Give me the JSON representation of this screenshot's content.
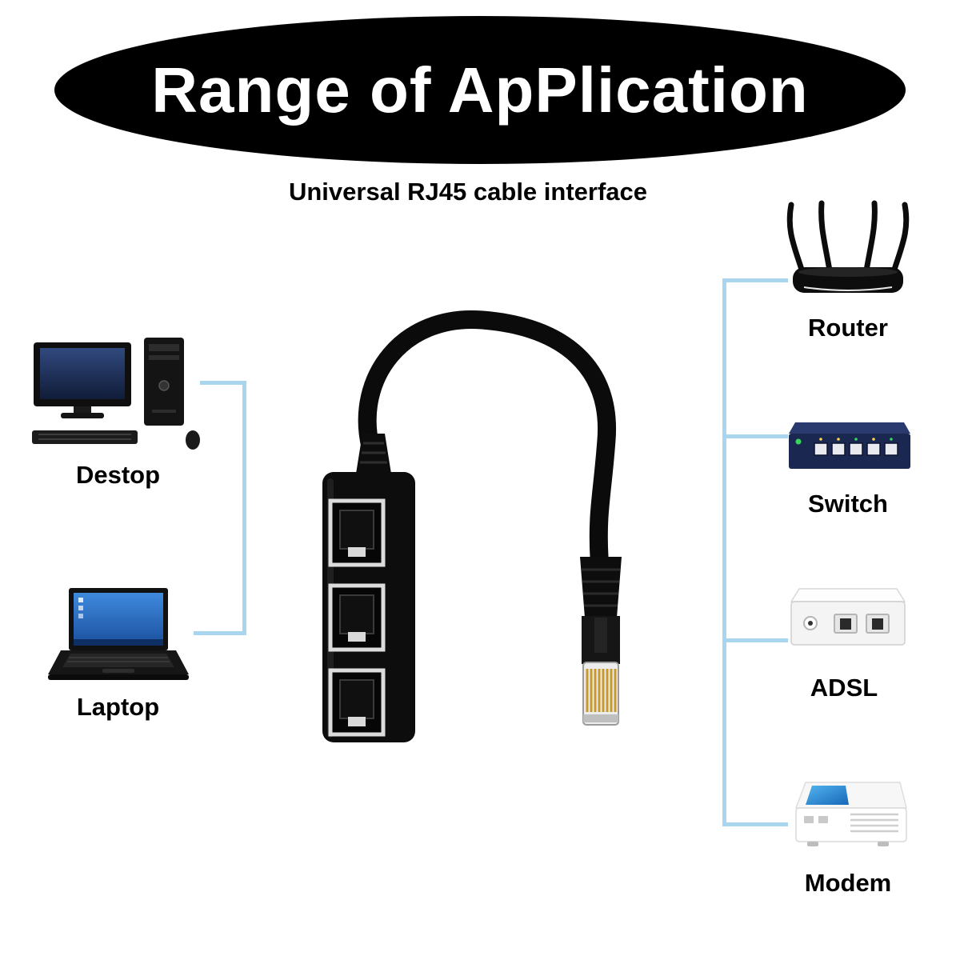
{
  "banner": {
    "title": "Range of ApPlication",
    "bg": "#000000",
    "text_color": "#ffffff"
  },
  "subtitle": "Universal RJ45 cable interface",
  "left_devices": [
    {
      "icon": "desktop-icon",
      "label": "Destop"
    },
    {
      "icon": "laptop-icon",
      "label": "Laptop"
    }
  ],
  "right_devices": [
    {
      "icon": "router-icon",
      "label": "Router"
    },
    {
      "icon": "switch-icon",
      "label": "Switch"
    },
    {
      "icon": "adsl-modem-icon",
      "label": "ADSL"
    },
    {
      "icon": "modem-icon",
      "label": "Modem"
    }
  ],
  "center_image": "rj45-three-way-splitter-cable",
  "colors": {
    "connector_line": "#a9d5ef",
    "background": "#ffffff"
  }
}
